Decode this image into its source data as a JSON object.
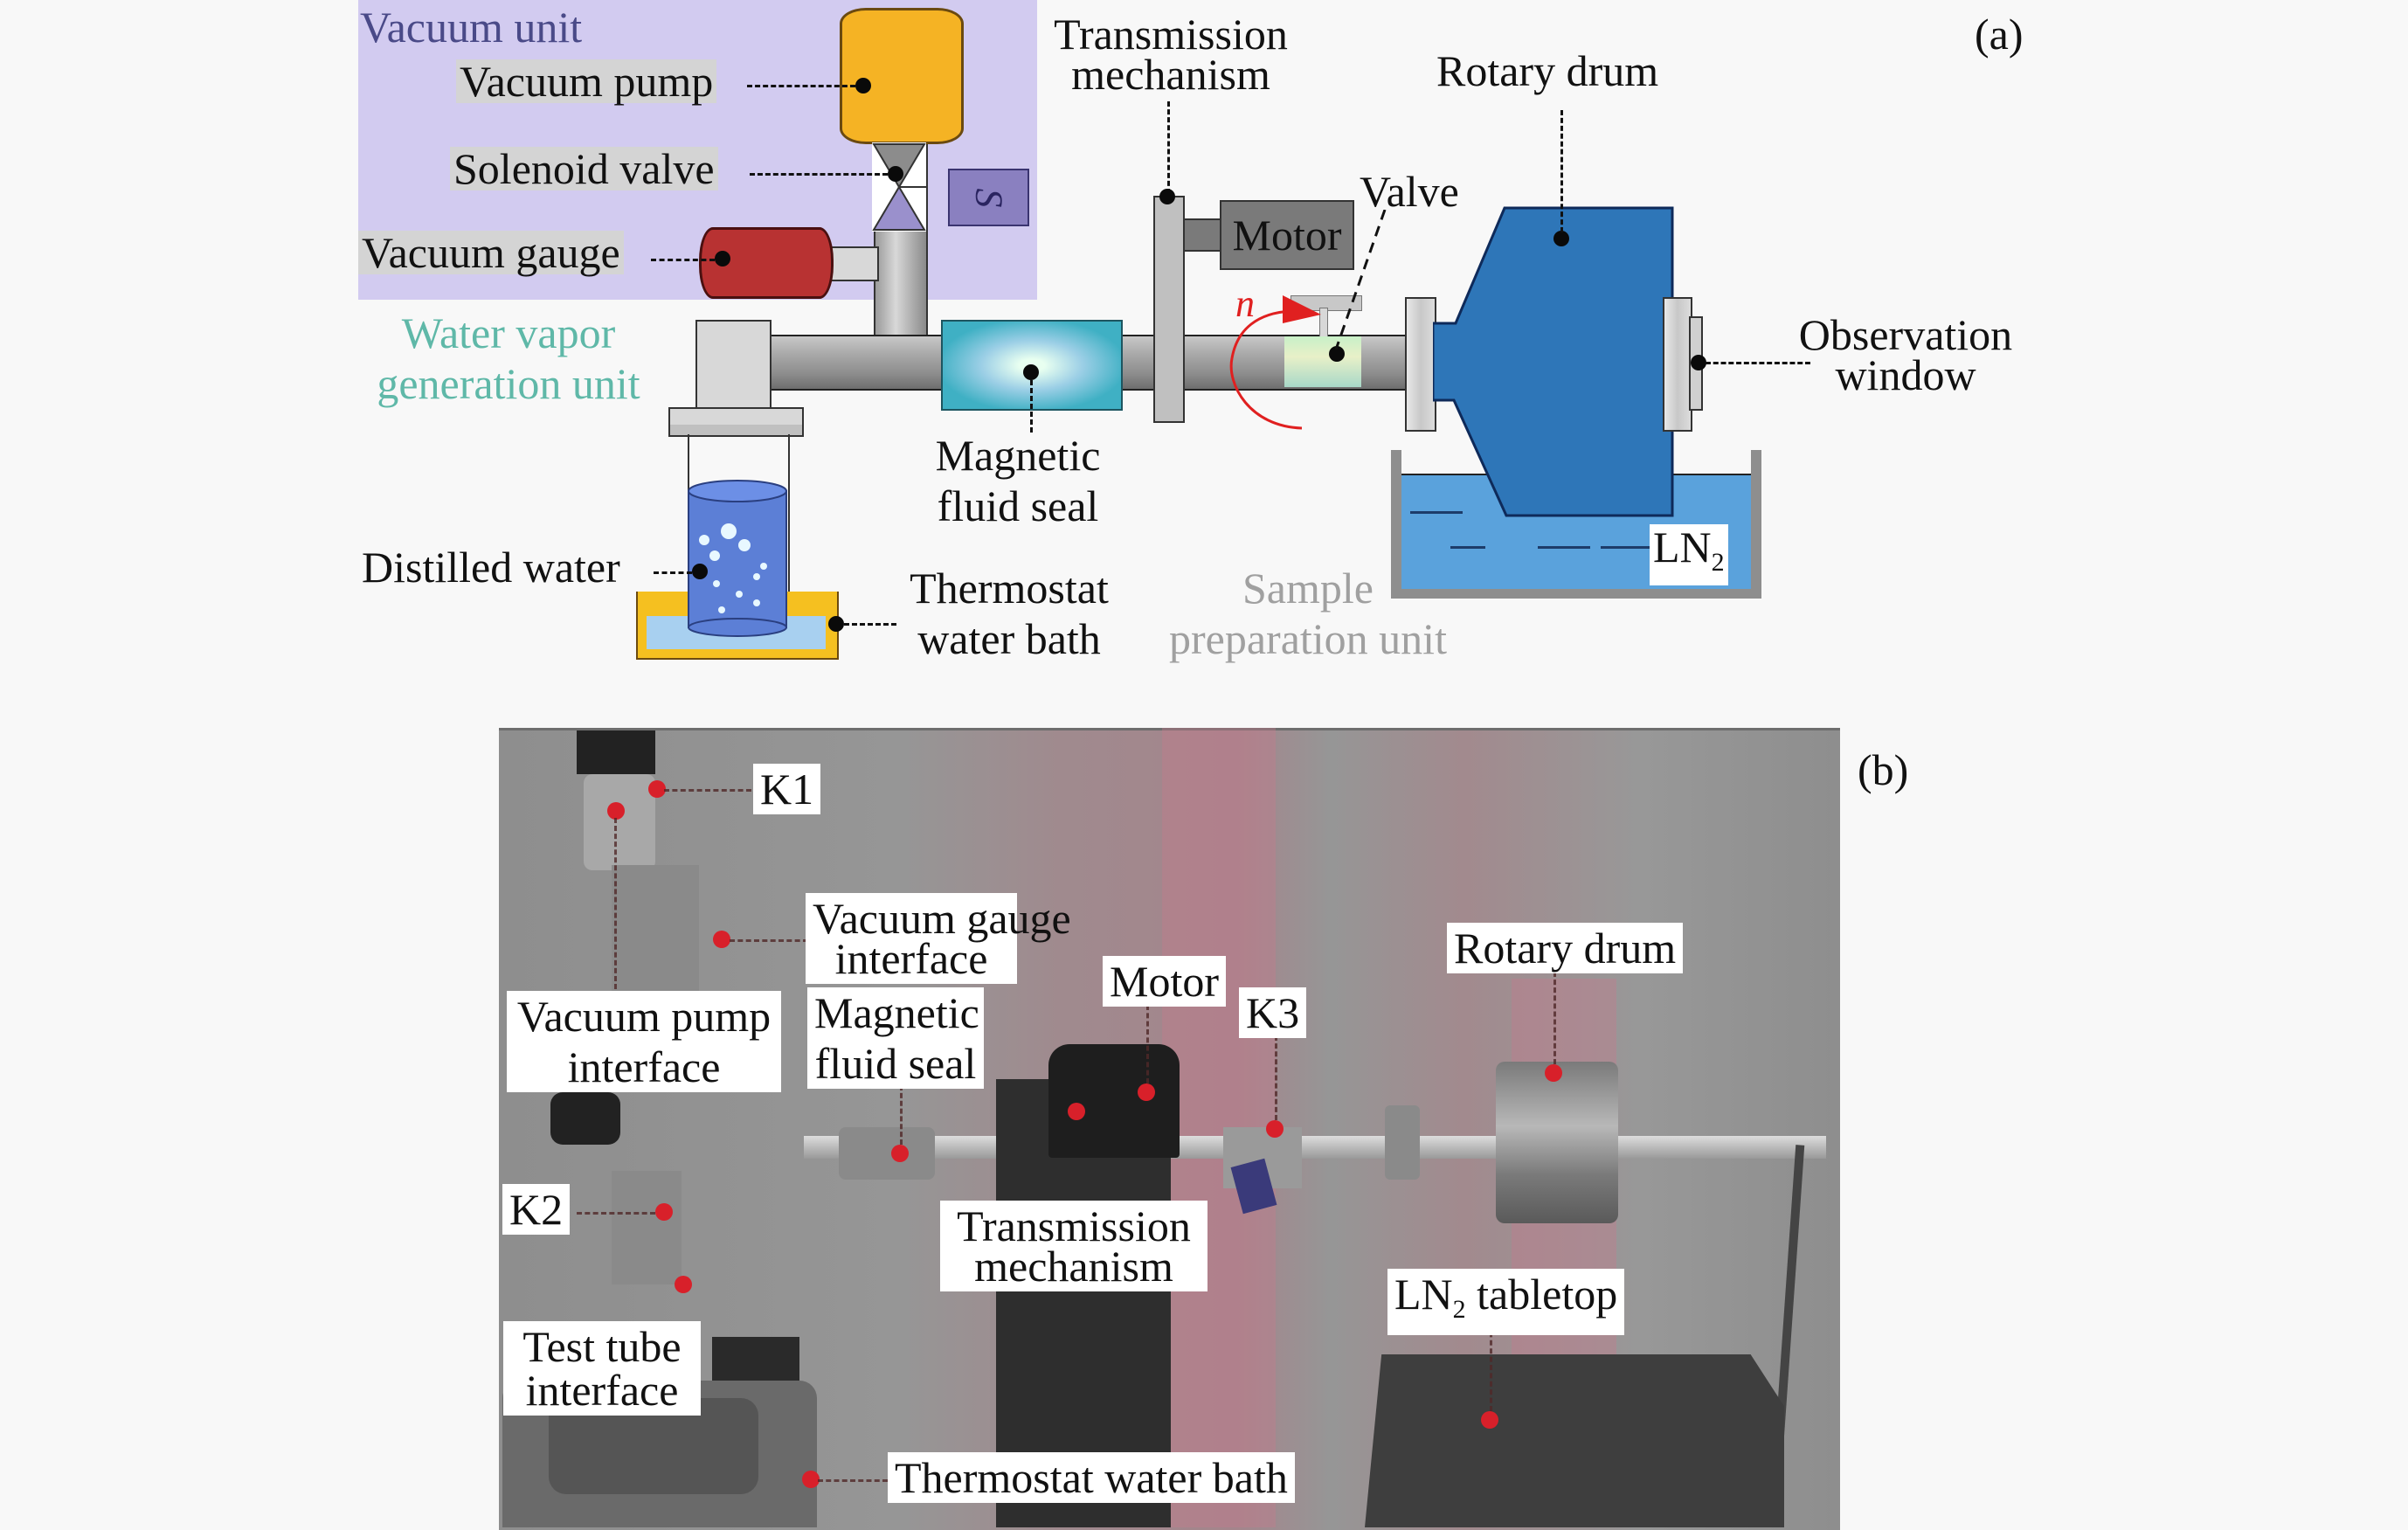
{
  "panel_a": {
    "panel_label": "(a)",
    "groups": {
      "vacuum_unit": "Vacuum unit",
      "water_vapor_unit_line1": "Water vapor",
      "water_vapor_unit_line2": "generation unit",
      "sample_prep_line1": "Sample",
      "sample_prep_line2": "preparation unit"
    },
    "labels": {
      "vacuum_pump": "Vacuum pump",
      "solenoid_valve": "Solenoid valve",
      "vacuum_gauge": "Vacuum gauge",
      "transmission_line1": "Transmission",
      "transmission_line2": "mechanism",
      "motor": "Motor",
      "valve": "Valve",
      "rotary_drum": "Rotary drum",
      "observation_line1": "Observation",
      "observation_line2": "window",
      "magnetic_line1": "Magnetic",
      "magnetic_line2": "fluid seal",
      "distilled_water": "Distilled water",
      "thermostat_line1": "Thermostat",
      "thermostat_line2": "water bath",
      "ln2_base": "LN",
      "ln2_sub": "2",
      "rotation_symbol": "n",
      "solenoid_symbol": "S"
    },
    "colors": {
      "vacuum_unit_bg": "#d2cbf0",
      "pump": "#f5b324",
      "gauge": "#b83232",
      "seal": "#3fb0c4",
      "drum": "#2e76b8",
      "ln2": "#5aa2dc",
      "water": "#5c7fd6",
      "rotation_arrow": "#e02020",
      "group_label_water": "#5fb8a8",
      "group_label_sample": "#a0a0a0",
      "group_label_vacuum": "#4a4a88"
    }
  },
  "panel_b": {
    "panel_label": "(b)",
    "labels": {
      "k1": "K1",
      "k2": "K2",
      "k3": "K3",
      "vacuum_gauge_interface_line1": "Vacuum gauge",
      "vacuum_gauge_interface_line2": "interface",
      "vacuum_pump_interface_line1": "Vacuum pump",
      "vacuum_pump_interface_line2": "interface",
      "magnetic_line1": "Magnetic",
      "magnetic_line2": "fluid seal",
      "motor": "Motor",
      "rotary_drum": "Rotary drum",
      "transmission_line1": "Transmission",
      "transmission_line2": "mechanism",
      "test_tube_line1": "Test tube",
      "test_tube_line2": "interface",
      "ln2_base": "LN",
      "ln2_sub": "2",
      "ln2_rest": " tabletop",
      "thermostat": "Thermostat water bath"
    }
  }
}
